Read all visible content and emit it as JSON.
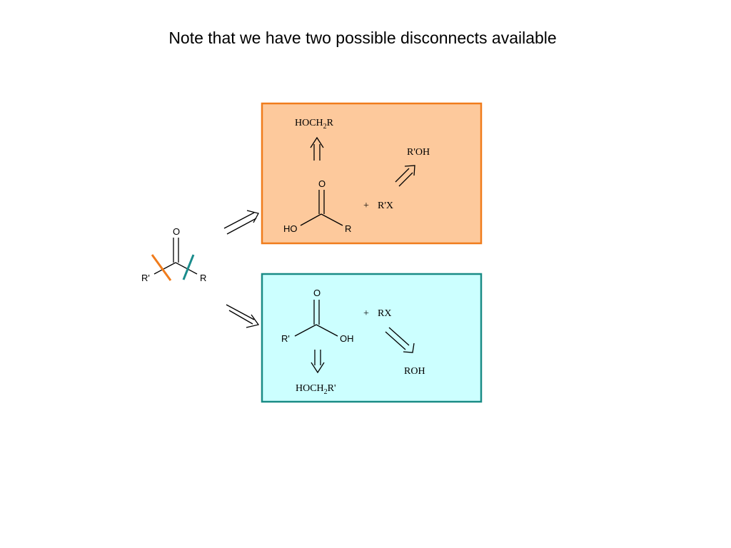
{
  "title": "Note that we have two possible disconnects available",
  "colors": {
    "orange_box_fill": "#fdc99c",
    "orange_box_border": "#f07c1c",
    "cyan_box_fill": "#ccffff",
    "cyan_box_border": "#1a8c86",
    "orange_cut": "#f07c1c",
    "teal_cut": "#1a8c8c"
  },
  "start": {
    "oxygen": "O",
    "left_group": "R'",
    "right_group": "R"
  },
  "top_box": {
    "alcohol_prefix": "HOCH",
    "alcohol_sub": "2",
    "alcohol_suffix": "R",
    "acid_oxygen": "O",
    "acid_ho": "HO",
    "acid_r": "R",
    "plus": "+",
    "halide": "R'X",
    "alcohol2": "R'OH"
  },
  "bottom_box": {
    "acid_oxygen": "O",
    "acid_r": "R'",
    "acid_oh": "OH",
    "plus": "+",
    "halide": "RX",
    "alcohol2": "ROH",
    "alcohol_prefix": "HOCH",
    "alcohol_sub": "2",
    "alcohol_suffix": "R'"
  }
}
